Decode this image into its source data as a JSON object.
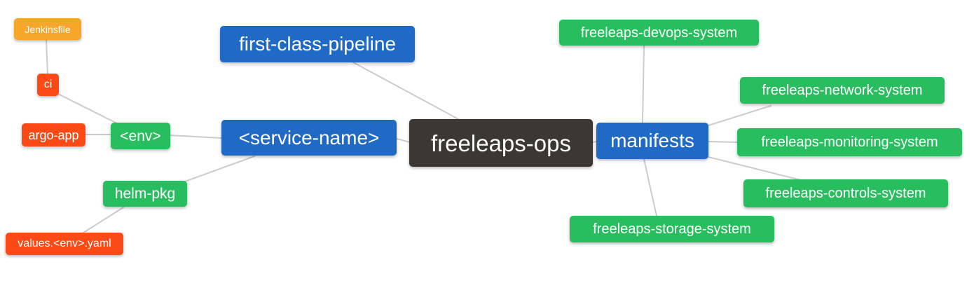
{
  "diagram_title": "freeleaps-ops repository structure mind map",
  "palette": {
    "orange": "#f6a62a",
    "red": "#fb4a15",
    "green": "#28be5f",
    "blue": "#2069c4",
    "dark": "#3b3734",
    "edge_gray": "#cccccc",
    "background": "#ffffff",
    "text": "#ffffff"
  },
  "nodes": {
    "jenkinsfile": {
      "label": "Jenkinsfile",
      "color": "#f6a62a"
    },
    "ci": {
      "label": "ci",
      "color": "#fb4a15"
    },
    "argo_app": {
      "label": "argo-app",
      "color": "#fb4a15"
    },
    "env": {
      "label": "<env>",
      "color": "#28be5f"
    },
    "helm_pkg": {
      "label": "helm-pkg",
      "color": "#28be5f"
    },
    "values_yaml": {
      "label": "values.<env>.yaml",
      "color": "#fb4a15"
    },
    "first_class_pipeline": {
      "label": "first-class-pipeline",
      "color": "#2069c4"
    },
    "service_name": {
      "label": "<service-name>",
      "color": "#2069c4"
    },
    "freeleaps_ops": {
      "label": "freeleaps-ops",
      "color": "#3b3734"
    },
    "manifests": {
      "label": "manifests",
      "color": "#2069c4"
    },
    "devops_system": {
      "label": "freeleaps-devops-system",
      "color": "#28be5f"
    },
    "network_system": {
      "label": "freeleaps-network-system",
      "color": "#28be5f"
    },
    "monitoring_system": {
      "label": "freeleaps-monitoring-system",
      "color": "#28be5f"
    },
    "controls_system": {
      "label": "freeleaps-controls-system",
      "color": "#28be5f"
    },
    "storage_system": {
      "label": "freeleaps-storage-system",
      "color": "#28be5f"
    }
  },
  "connections": [
    {
      "from": "jenkinsfile",
      "to": "ci"
    },
    {
      "from": "ci",
      "to": "env"
    },
    {
      "from": "argo_app",
      "to": "env"
    },
    {
      "from": "env",
      "to": "service_name"
    },
    {
      "from": "helm_pkg",
      "to": "service_name"
    },
    {
      "from": "values_yaml",
      "to": "helm_pkg"
    },
    {
      "from": "service_name",
      "to": "freeleaps_ops"
    },
    {
      "from": "first_class_pipeline",
      "to": "freeleaps_ops"
    },
    {
      "from": "freeleaps_ops",
      "to": "manifests"
    },
    {
      "from": "manifests",
      "to": "devops_system"
    },
    {
      "from": "manifests",
      "to": "network_system"
    },
    {
      "from": "manifests",
      "to": "monitoring_system"
    },
    {
      "from": "manifests",
      "to": "controls_system"
    },
    {
      "from": "manifests",
      "to": "storage_system"
    }
  ]
}
